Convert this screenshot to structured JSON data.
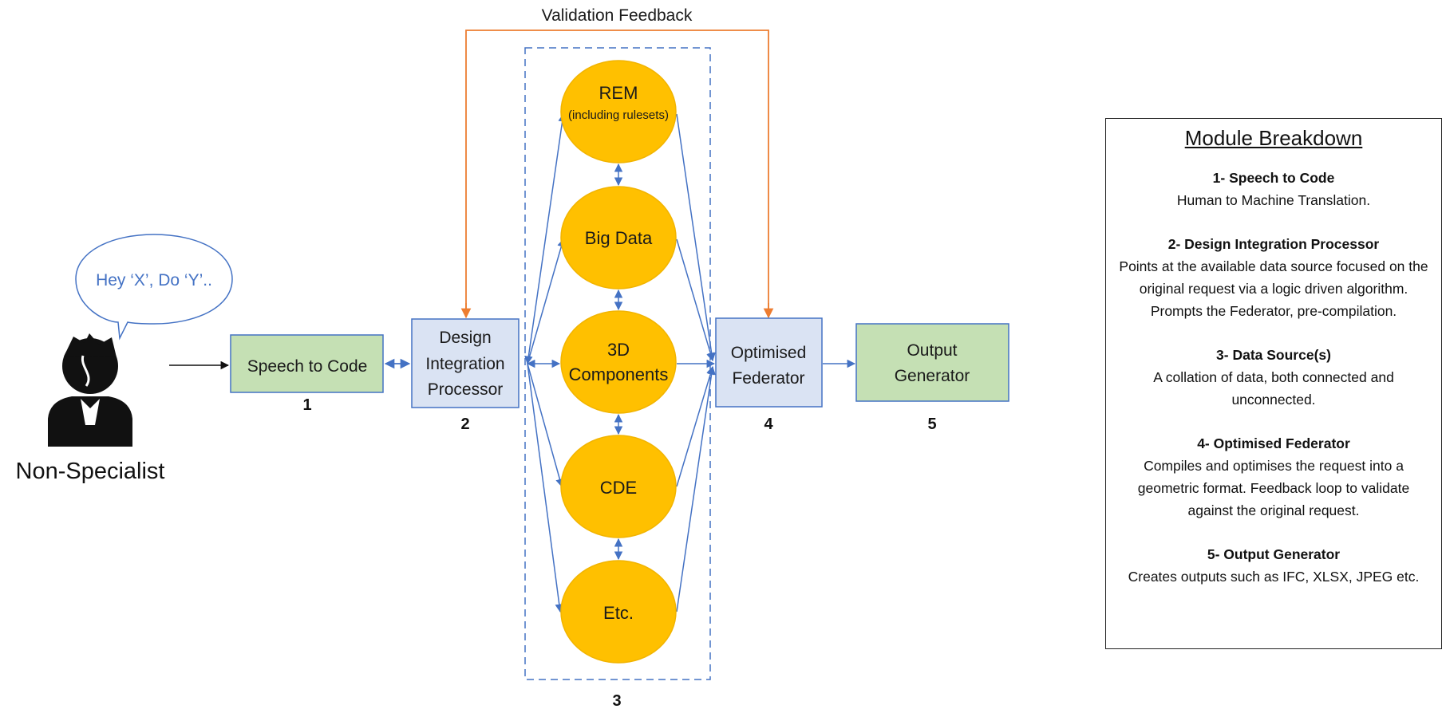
{
  "feedback": {
    "label": "Validation Feedback"
  },
  "person": {
    "label": "Non-Specialist",
    "speech": "Hey ‘X’, Do ‘Y’.."
  },
  "modules": {
    "speech_to_code": {
      "label": "Speech to Code",
      "number": "1"
    },
    "design_integration": {
      "lines": [
        "Design",
        "Integration",
        "Processor"
      ],
      "number": "2"
    },
    "data_sources": {
      "number": "3",
      "rem": {
        "label": "REM",
        "sub": "(including rulesets)"
      },
      "big_data": {
        "label": "Big Data"
      },
      "components": {
        "lines": [
          "3D",
          "Components"
        ]
      },
      "cde": {
        "label": "CDE"
      },
      "etc": {
        "label": "Etc."
      }
    },
    "federator": {
      "lines": [
        "Optimised",
        "Federator"
      ],
      "number": "4"
    },
    "output": {
      "lines": [
        "Output",
        "Generator"
      ],
      "number": "5"
    }
  },
  "legend": {
    "title": "Module Breakdown",
    "items": [
      {
        "head": "1- Speech to Code",
        "body": "Human to Machine Translation."
      },
      {
        "head": "2- Design Integration Processor",
        "body": "Points at the available data source focused on the original request via a logic driven algorithm. Prompts the Federator, pre-compilation."
      },
      {
        "head": "3- Data Source(s)",
        "body": "A collation of data, both connected and unconnected."
      },
      {
        "head": "4- Optimised Federator",
        "body": "Compiles and optimises the request into a geometric format. Feedback loop to validate against the original request."
      },
      {
        "head": "5- Output Generator",
        "body": "Creates outputs such as IFC, XLSX, JPEG etc."
      }
    ]
  },
  "colors": {
    "blue_box": "#dae3f3",
    "green_box": "#c5e0b4",
    "box_border": "#4472c4",
    "circle_fill": "#ffc000",
    "circle_border": "#f2b400",
    "arrow_blue": "#4472c4",
    "feedback_orange": "#ed7d31"
  }
}
